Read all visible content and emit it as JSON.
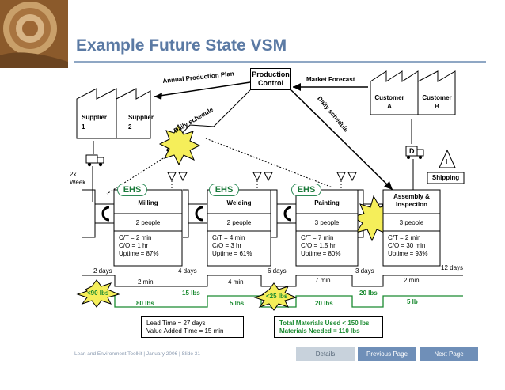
{
  "title": "Example Future State VSM",
  "production_control": "Production\nControl",
  "annual_plan": "Annual Production Plan",
  "market_forecast": "Market Forecast",
  "daily_schedule_left": "Daily schedule",
  "daily_schedule_right": "Daily schedule",
  "suppliers": [
    {
      "label": "Supplier\n1"
    },
    {
      "label": "Supplier\n2"
    }
  ],
  "customers": [
    {
      "label": "Customer\nA"
    },
    {
      "label": "Customer\nB"
    }
  ],
  "delivery": "2x\nWeek",
  "shipping": "Shipping",
  "d_label": "D",
  "i_label": "I",
  "processes": [
    {
      "ehs": "EHS",
      "name": "Milling",
      "people": "2 people",
      "ct": "C/T = 2 min",
      "co": "C/O = 1 hr",
      "up": "Uptime = 87%"
    },
    {
      "ehs": "EHS",
      "name": "Welding",
      "people": "2 people",
      "ct": "C/T = 4 min",
      "co": "C/O = 3 hr",
      "up": "Uptime = 61%"
    },
    {
      "ehs": "EHS",
      "name": "Painting",
      "people": "3 people",
      "ct": "C/T = 7 min",
      "co": "C/O = 1.5 hr",
      "up": "Uptime = 80%"
    },
    {
      "ehs": "",
      "name": "Assembly &\nInspection",
      "people": "3 people",
      "ct": "C/T = 2 min",
      "co": "C/O = 30 min",
      "up": "Uptime = 93%"
    }
  ],
  "timeline": {
    "days": [
      "2 days",
      "4 days",
      "6 days",
      "3 days",
      "12 days"
    ],
    "times": [
      "2 min",
      "4 min",
      "7 min",
      "2 min"
    ]
  },
  "materials": {
    "top": [
      "15 lbs",
      "20 lbs"
    ],
    "bottom": [
      "80 lbs",
      "5 lbs",
      "20 lbs",
      "5 lb"
    ],
    "bursts": [
      "<90 lbs",
      "<25 lbs"
    ]
  },
  "summary_left": {
    "lead": "Lead Time = 27 days",
    "value": "Value Added Time = 15 min"
  },
  "summary_right": {
    "used": "Total Materials Used < 150 lbs",
    "needed": "Materials Needed = 110 lbs"
  },
  "footer": {
    "text": "Lean and Environment Toolkit  |  January 2006  |  Slide 31",
    "details": "Details",
    "previous": "Previous Page",
    "next": "Next Page"
  },
  "colors": {
    "title": "#5b7aa4",
    "green": "#1a8a30",
    "burst": "#f5ee5a",
    "details_btn": "#c8d2dc",
    "nav_btn": "#6f8fb8"
  }
}
